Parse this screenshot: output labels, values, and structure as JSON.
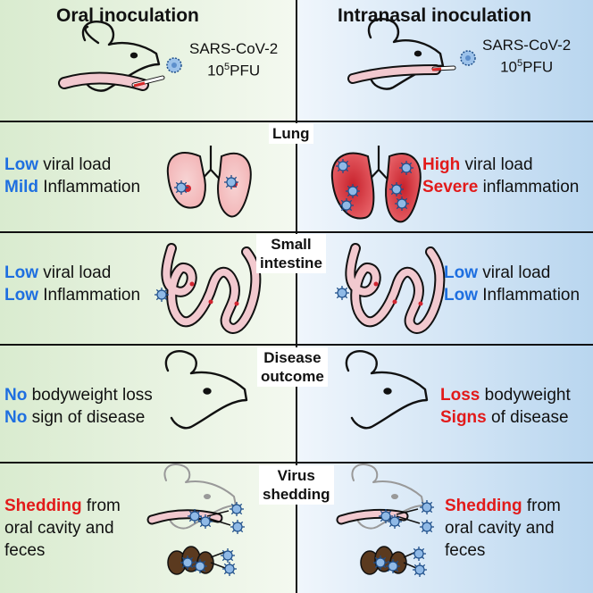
{
  "columns": {
    "left_title": "Oral inoculation",
    "right_title": "Intranasal inoculation"
  },
  "inoculum": {
    "virus": "SARS-CoV-2",
    "dose_base": "10",
    "dose_exp": "5",
    "dose_unit": "PFU"
  },
  "sections": {
    "lung": "Lung",
    "small_intestine_1": "Small",
    "small_intestine_2": "intestine",
    "disease_1": "Disease",
    "disease_2": "outcome",
    "shedding_1": "Virus",
    "shedding_2": "shedding"
  },
  "oral": {
    "lung_l1_em": "Low",
    "lung_l1_rest": " viral load",
    "lung_l2_em": "Mild",
    "lung_l2_rest": " Inflammation",
    "int_l1_em": "Low",
    "int_l1_rest": " viral load",
    "int_l2_em": "Low",
    "int_l2_rest": " Inflammation",
    "dis_l1_em": "No",
    "dis_l1_rest": " bodyweight loss",
    "dis_l2_em": "No",
    "dis_l2_rest": " sign of disease",
    "shed_l1_em": "Shedding",
    "shed_l1_rest": " from",
    "shed_l2": "oral cavity and",
    "shed_l3": "feces"
  },
  "intranasal": {
    "lung_l1_em": "High",
    "lung_l1_rest": " viral load",
    "lung_l2_em": "Severe",
    "lung_l2_rest": " inflammation",
    "int_l1_em": "Low",
    "int_l1_rest": " viral load",
    "int_l2_em": "Low",
    "int_l2_rest": " Inflammation",
    "dis_l1_em": "Loss",
    "dis_l1_rest": " bodyweight",
    "dis_l2_em": "Signs",
    "dis_l2_rest": " of disease",
    "shed_l1_em": "Shedding",
    "shed_l1_rest": " from",
    "shed_l2": "oral cavity and",
    "shed_l3": "feces"
  },
  "colors": {
    "left_bg_start": "#d9ebcf",
    "left_bg_end": "#f4f9f0",
    "right_bg_start": "#f0f6fc",
    "right_bg_end": "#b9d6ef",
    "emph_blue": "#1e6fe0",
    "emph_red": "#e21a1a",
    "tract_pink": "#f2c9cf",
    "lung_light": "#f5c2c2",
    "lung_severe": "#d9363e",
    "feces_brown": "#5b3a1f"
  },
  "icons": [
    "mouse-icon",
    "virus-icon",
    "lung-icon",
    "intestine-icon",
    "feces-icon",
    "pipette-icon"
  ]
}
